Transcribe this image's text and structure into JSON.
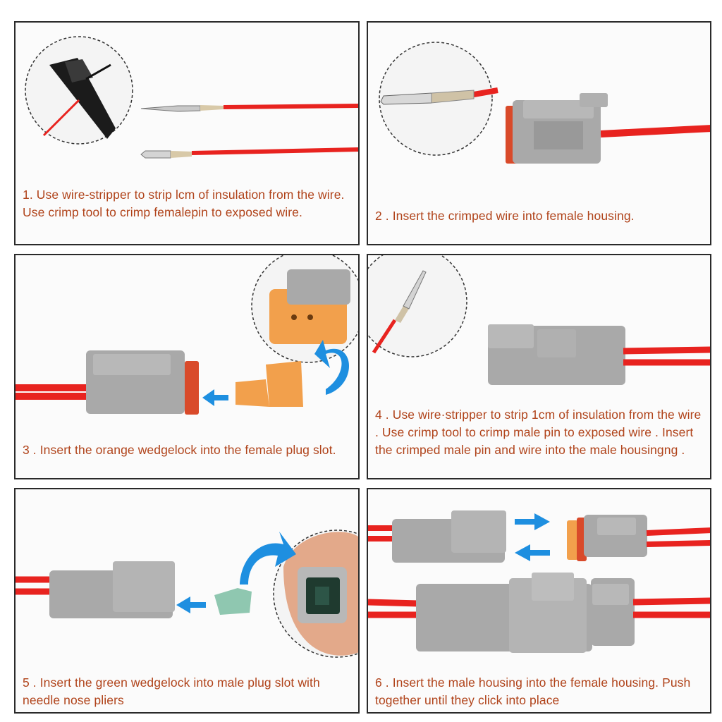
{
  "steps": [
    {
      "text": "1. Use wire-stripper to strip lcm of insulation from the wire. Use crimp tool to crimp femalepin to exposed wire."
    },
    {
      "text": "2 . Insert the crimped wire into female housing."
    },
    {
      "text": "3 . Insert the orange wedgelock into the female plug slot."
    },
    {
      "text": "4 . Use wire·stripper to strip 1cm of insulation from the wire . Use crimp tool to crimp male pin to exposed wire . Insert the crimped male pin and wire into the male housingng ."
    },
    {
      "text": "5 . Insert the green wedgelock into male plug slot with needle nose pliers"
    },
    {
      "text": "6 . Insert the male housing into the female housing. Push together until they click into place"
    }
  ],
  "colors": {
    "caption": "#b0431a",
    "wire": "#e8231f",
    "housing": "#a9a9a9",
    "seal": "#d94a2a",
    "orange_wedge": "#f2a04c",
    "green_wedge": "#8fc7b0",
    "arrow": "#1e8fe0",
    "border": "#2a2a2a"
  },
  "icons": [
    "crimp-tool-icon",
    "female-pin-icon",
    "male-pin-icon",
    "female-housing-icon",
    "male-housing-icon",
    "orange-wedgelock-icon",
    "green-wedgelock-icon",
    "blue-arrow-icon"
  ]
}
